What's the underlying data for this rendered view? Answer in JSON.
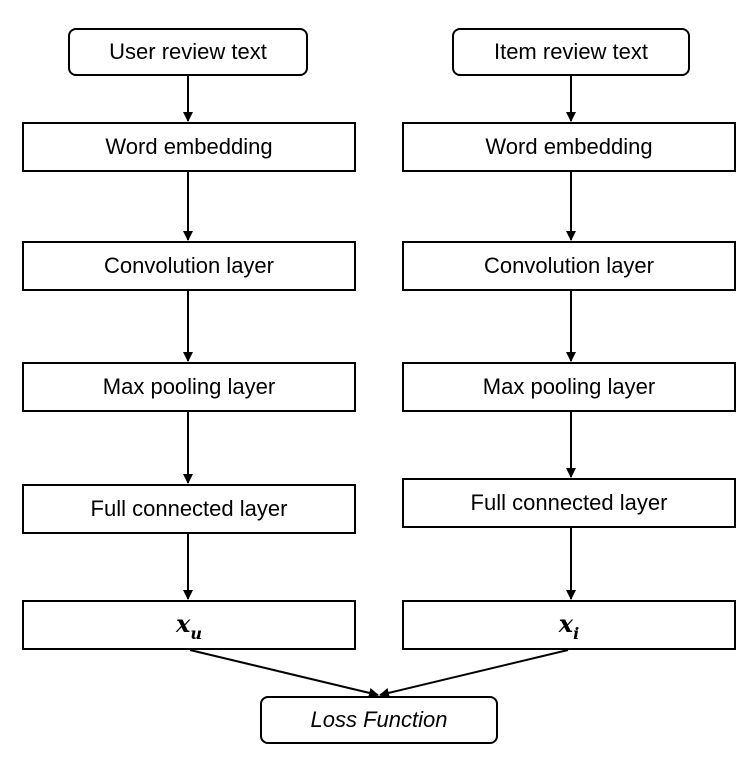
{
  "left_branch": {
    "input": "User review text",
    "embedding": "Word embedding",
    "convolution": "Convolution layer",
    "pooling": "Max pooling layer",
    "fully_connected": "Full connected layer",
    "output_var": "x",
    "output_sub": "u"
  },
  "right_branch": {
    "input": "Item review text",
    "embedding": "Word embedding",
    "convolution": "Convolution layer",
    "pooling": "Max pooling layer",
    "fully_connected": "Full connected layer",
    "output_var": "x",
    "output_sub": "i"
  },
  "loss": {
    "label": "Loss Function"
  }
}
